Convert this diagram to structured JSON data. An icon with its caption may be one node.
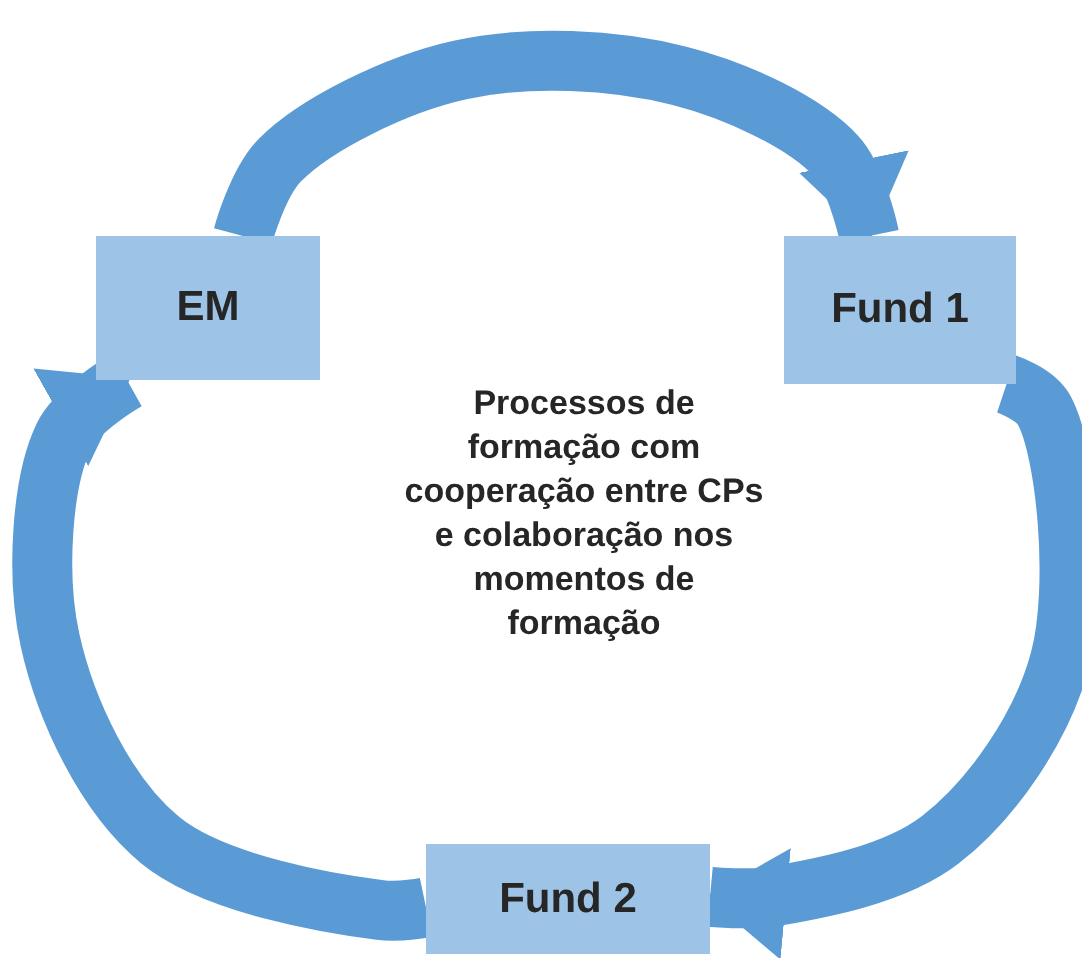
{
  "diagram": {
    "nodes": [
      {
        "text": [
          "EM"
        ]
      },
      {
        "text": [
          "Fund 1"
        ]
      },
      {
        "text": [
          "Fund 2"
        ]
      },
      {
        "text": [
          "Processos de formação com cooperação entre CPs e colaboração nos momentos de formação"
        ]
      }
    ],
    "edges": [
      {
        "from": 0,
        "to": 1,
        "arrow": "to"
      },
      {
        "from": 1,
        "to": 2,
        "arrow": "to"
      },
      {
        "from": 2,
        "to": 0,
        "arrow": "to"
      }
    ]
  }
}
